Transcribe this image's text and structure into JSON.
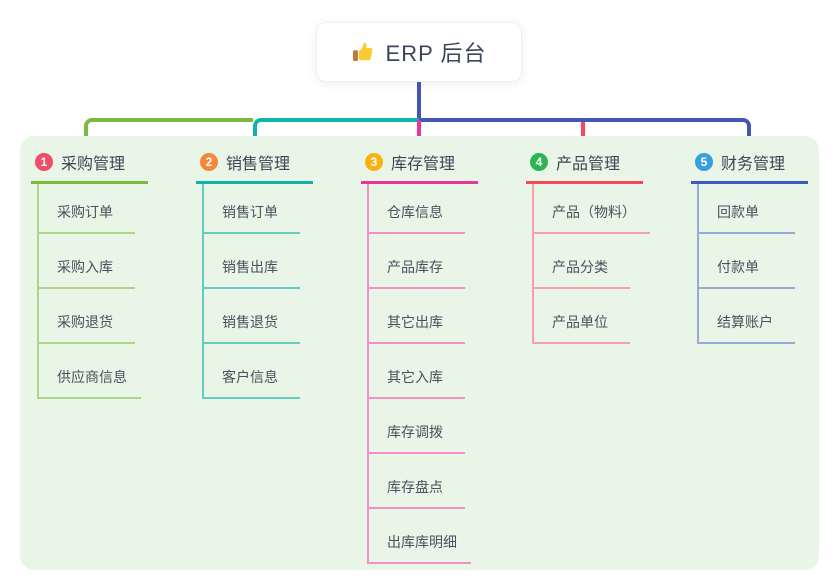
{
  "root": {
    "title": "ERP 后台",
    "icon": "thumbs-up-icon"
  },
  "panel": {
    "background": "#e9f5e6"
  },
  "connector_colors": {
    "root_line": "#4356b5",
    "bus_green": "#7bbb3f",
    "bus_teal": "#10b3ac",
    "bus_blue": "#4356b5",
    "drop_pink": "#e9369b",
    "drop_red": "#f54a5e"
  },
  "branches": [
    {
      "number": "1",
      "title": "采购管理",
      "badge_color": "#ee4e68",
      "line_color": "#7bbb3f",
      "item_line_color": "#abd58b",
      "items": [
        "采购订单",
        "采购入库",
        "采购退货",
        "供应商信息"
      ]
    },
    {
      "number": "2",
      "title": "销售管理",
      "badge_color": "#f58738",
      "line_color": "#10b3ac",
      "item_line_color": "#67cbc5",
      "items": [
        "销售订单",
        "销售出库",
        "销售退货",
        "客户信息"
      ]
    },
    {
      "number": "3",
      "title": "库存管理",
      "badge_color": "#f9b115",
      "line_color": "#e9369b",
      "item_line_color": "#f190c4",
      "items": [
        "仓库信息",
        "产品库存",
        "其它出库",
        "其它入库",
        "库存调拨",
        "库存盘点",
        "出库库明细"
      ]
    },
    {
      "number": "4",
      "title": "产品管理",
      "badge_color": "#2db553",
      "line_color": "#f54a5e",
      "item_line_color": "#f79fa9",
      "items": [
        "产品（物料）",
        "产品分类",
        "产品单位"
      ]
    },
    {
      "number": "5",
      "title": "财务管理",
      "badge_color": "#35a0dd",
      "line_color": "#3f5bc1",
      "item_line_color": "#97abd9",
      "items": [
        "回款单",
        "付款单",
        "结算账户"
      ]
    }
  ]
}
